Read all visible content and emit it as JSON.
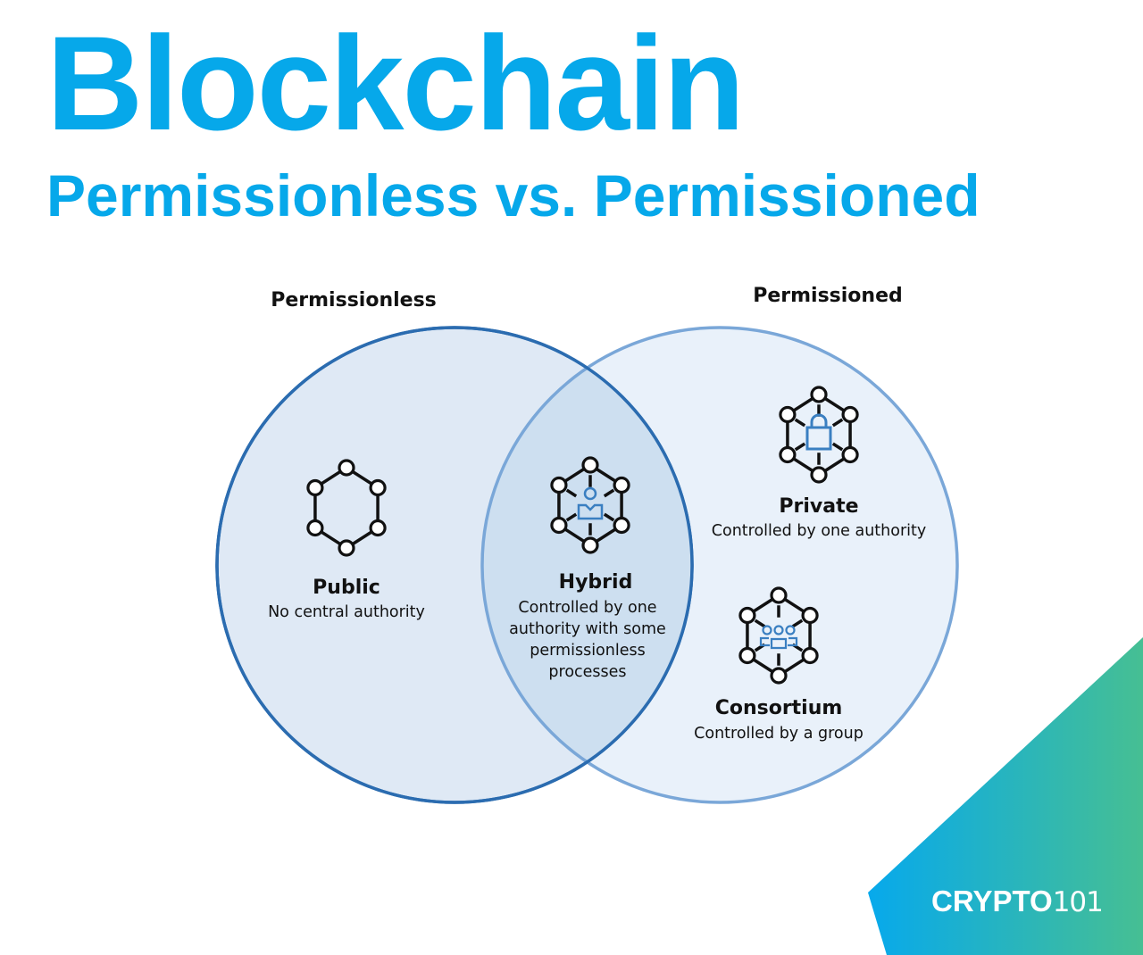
{
  "title": "Blockchain",
  "subtitle": "Permissionless vs. Permissioned",
  "colors": {
    "title": "#06a8ea",
    "left_circle": "#2b6cb0",
    "right_circle": "#7aa7d8",
    "icon_accent": "#3a7fc1"
  },
  "sets": {
    "left_label": "Permissionless",
    "right_label": "Permissioned"
  },
  "items": {
    "public": {
      "name": "Public",
      "desc": [
        "No central authority"
      ],
      "icon": "hexagon-network-icon"
    },
    "hybrid": {
      "name": "Hybrid",
      "desc": [
        "Controlled by one",
        "authority with some",
        "permissionless",
        "processes"
      ],
      "icon": "network-user-icon"
    },
    "private": {
      "name": "Private",
      "desc": [
        "Controlled by one authority"
      ],
      "icon": "network-lock-icon"
    },
    "consortium": {
      "name": "Consortium",
      "desc": [
        "Controlled by a group"
      ],
      "icon": "network-group-icon"
    }
  },
  "logo": {
    "bold": "CRYPTO",
    "light": "101"
  }
}
